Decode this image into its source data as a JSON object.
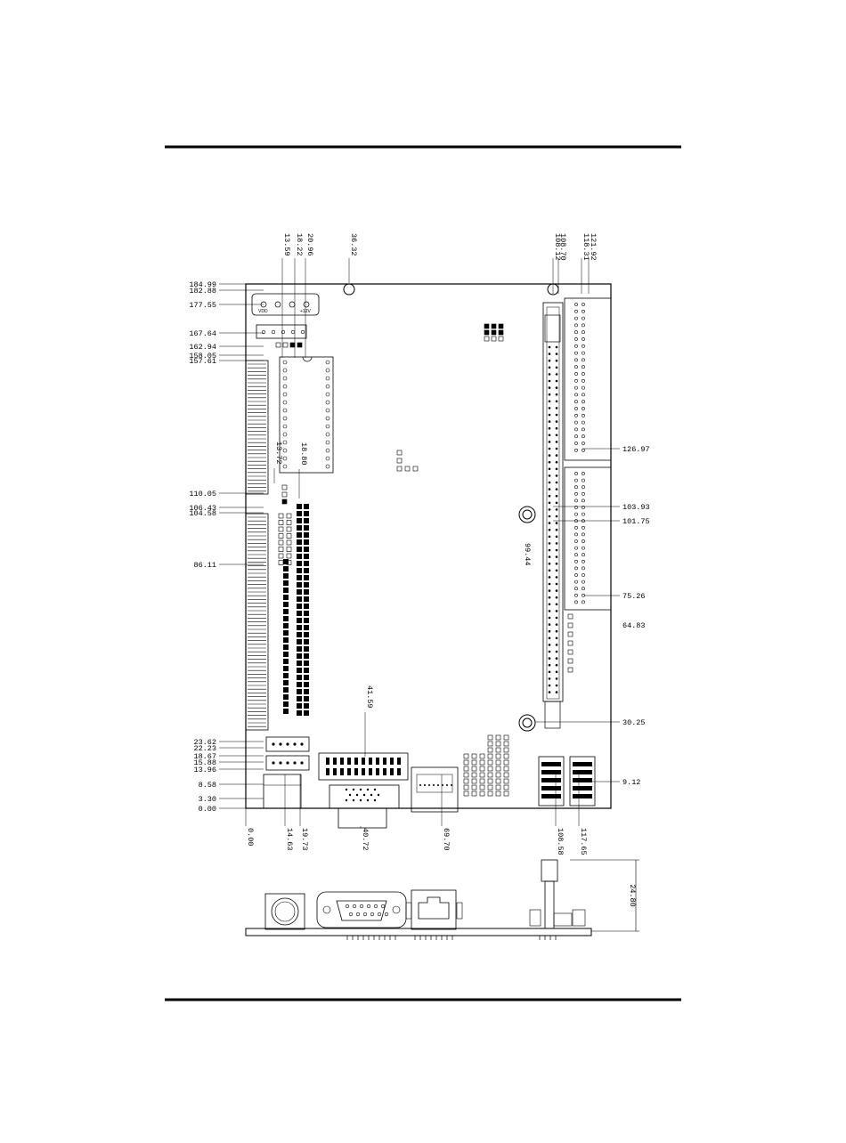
{
  "figure": {
    "left_dims": [
      "184.99",
      "182.88",
      "177.55",
      "167.64",
      "162.94",
      "158.05",
      "157.61",
      "110.05",
      "106.43",
      "104.58",
      "86.11",
      "23.62",
      "22.23",
      "18.67",
      "15.88",
      "13.96",
      "8.58",
      "3.30",
      "0.00"
    ],
    "top_dims": [
      "13.59",
      "18.22",
      "20.96",
      "36.32",
      "108.70",
      "108.12",
      "118.31",
      "121.92"
    ],
    "right_dims": [
      "126.97",
      "103.93",
      "101.75",
      "75.26",
      "64.83",
      "30.25",
      "9.12"
    ],
    "bottom_dims": [
      "0.00",
      "14.63",
      "19.73",
      "40.72",
      "69.70",
      "108.58",
      "117.65"
    ],
    "inner_dims": [
      "13.72",
      "18.80",
      "41.59",
      "99.44"
    ],
    "side_dim": "24.80",
    "power_labels": [
      "VDD",
      "+12V"
    ]
  }
}
